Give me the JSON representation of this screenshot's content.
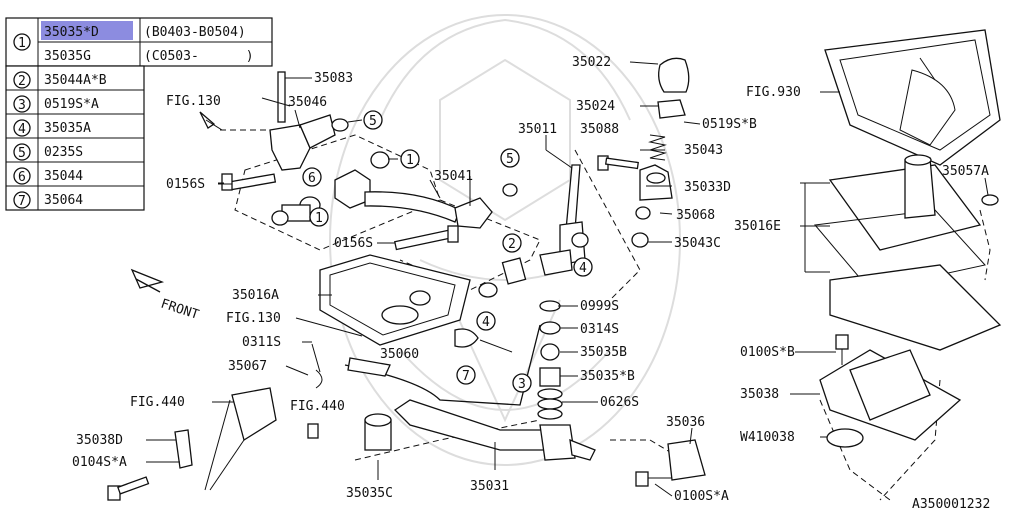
{
  "legend": {
    "rows": [
      {
        "num": "1",
        "part": "35035*D",
        "note": "(B0403-B0504)",
        "highlight": true
      },
      {
        "num": "",
        "part": "35035G",
        "note": "(C0503-      )",
        "highlight": false
      },
      {
        "num": "2",
        "part": "35044A*B",
        "note": ""
      },
      {
        "num": "3",
        "part": "0519S*A",
        "note": ""
      },
      {
        "num": "4",
        "part": "35035A",
        "note": ""
      },
      {
        "num": "5",
        "part": "0235S",
        "note": ""
      },
      {
        "num": "6",
        "part": "35044",
        "note": ""
      },
      {
        "num": "7",
        "part": "35064",
        "note": ""
      }
    ]
  },
  "labels": {
    "p35083": "35083",
    "fig130a": "FIG.130",
    "p35046": "35046",
    "p0156s_a": "0156S",
    "p0156s_b": "0156S",
    "p35041": "35041",
    "p35011": "35011",
    "p35088": "35088",
    "p35022": "35022",
    "p35024": "35024",
    "p0519sb": "0519S*B",
    "p35043": "35043",
    "p35033d": "35033D",
    "p35068": "35068",
    "p35043c": "35043C",
    "p35016a": "35016A",
    "front": "FRONT",
    "fig130b": "FIG.130",
    "p0311s": "0311S",
    "p35060": "35060",
    "p35067": "35067",
    "fig440a": "FIG.440",
    "fig440b": "FIG.440",
    "p35038d": "35038D",
    "p0104sa": "0104S*A",
    "p35035c": "35035C",
    "p35031": "35031",
    "p35036": "35036",
    "p0100sa": "0100S*A",
    "p0999s": "0999S",
    "p0314s": "0314S",
    "p35035b": "35035B",
    "p35035sb": "35035*B",
    "p0626s": "0626S",
    "fig930": "FIG.930",
    "p35057a": "35057A",
    "p35016e": "35016E",
    "p0100sb": "0100S*B",
    "p35038": "35038",
    "pw410038": "W410038",
    "diagram_id": "A350001232"
  },
  "callouts": {
    "c1a": "1",
    "c1b": "1",
    "c5a": "5",
    "c5b": "5",
    "c6": "6",
    "c2": "2",
    "c4a": "4",
    "c4b": "4",
    "c3": "3",
    "c7": "7"
  },
  "colors": {
    "highlight": "#8c8ce0",
    "ink": "#111111",
    "watermark": "#dddddd"
  }
}
